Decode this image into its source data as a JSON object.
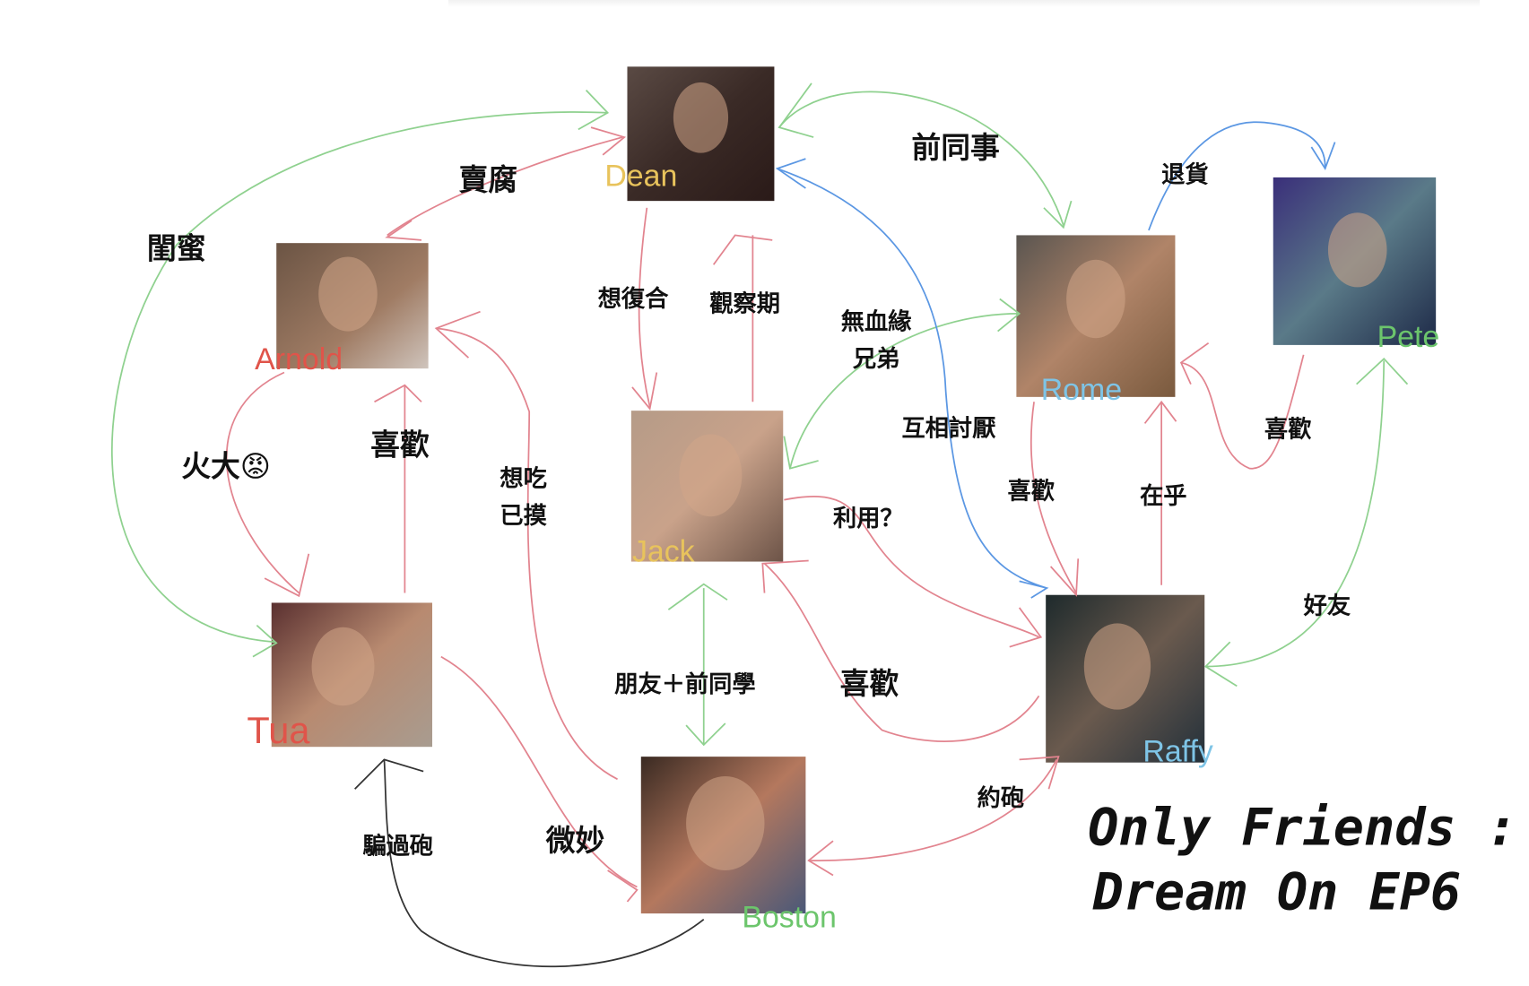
{
  "title": {
    "line1": "Only Friends :",
    "line2": "Dream On EP6"
  },
  "characters": {
    "dean": {
      "name": "Dean",
      "color": "#e8c35c"
    },
    "arnold": {
      "name": "Arnold",
      "color": "#e0544a"
    },
    "jack": {
      "name": "Jack",
      "color": "#e8c35c"
    },
    "rome": {
      "name": "Rome",
      "color": "#7ec4e6"
    },
    "pete": {
      "name": "Pete",
      "color": "#6cc56c"
    },
    "tua": {
      "name": "Tua",
      "color": "#e0544a"
    },
    "raffy": {
      "name": "Raffy",
      "color": "#7ec4e6"
    },
    "boston": {
      "name": "Boston",
      "color": "#6cc56c"
    }
  },
  "relations": {
    "maifu": "賣腐",
    "guimi": "閨蜜",
    "xiangfuhe": "想復合",
    "guanchaqi": "觀察期",
    "qiantongshi": "前同事",
    "tuihuo": "退貨",
    "wuxueyuan": "無血緣",
    "xiongdi": "兄弟",
    "huxiangtaoyan": "互相討厭",
    "xihuan_pete": "喜歡",
    "xihuan_arnold": "喜歡",
    "huoda": "火大😡",
    "xiangchi": "想吃",
    "yimo": "已摸",
    "liyong": "利用？",
    "xihuan_rome": "喜歡",
    "zaihu": "在乎",
    "haoyou": "好友",
    "pengyou": "朋友＋前同學",
    "xihuan_jack": "喜歡",
    "yuepao": "約砲",
    "pianguopao": "騙過砲",
    "weimiao": "微妙"
  },
  "colors": {
    "friend": "#8fd18f",
    "love": "#e2848f",
    "dislike": "#5b97e3",
    "other": "#333333"
  }
}
